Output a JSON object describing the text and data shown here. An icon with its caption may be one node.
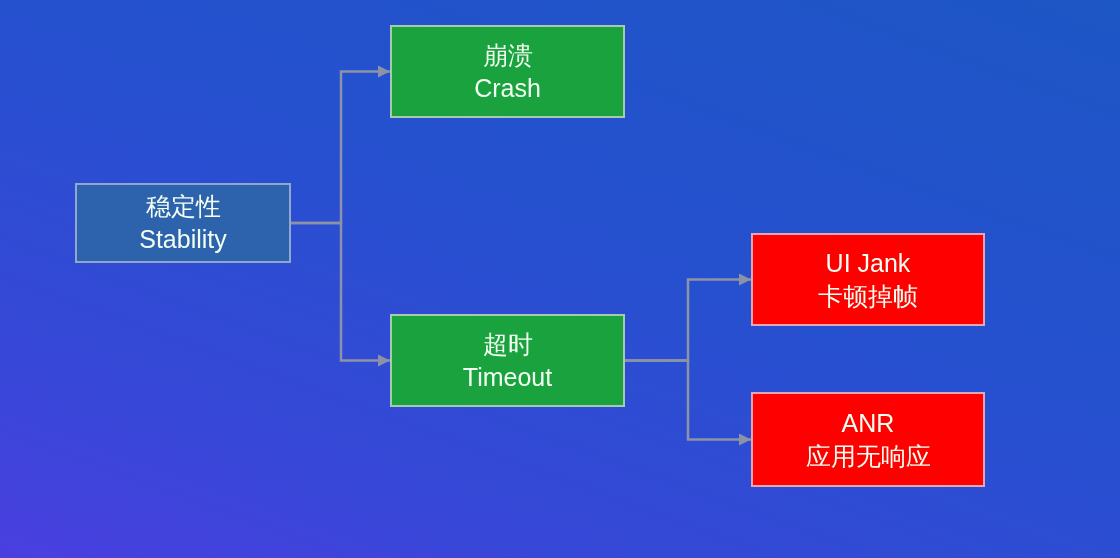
{
  "diagram": {
    "nodes": [
      {
        "text": [
          "稳定性",
          "Stability"
        ]
      },
      {
        "text": [
          "崩溃",
          "Crash"
        ]
      },
      {
        "text": [
          "超时",
          "Timeout"
        ]
      },
      {
        "text": [
          "UI Jank",
          "卡顿掉帧"
        ]
      },
      {
        "text": [
          "ANR",
          "应用无响应"
        ]
      }
    ],
    "edges": [
      {
        "from": 0,
        "to": 1,
        "arrow": "to"
      },
      {
        "from": 0,
        "to": 2,
        "arrow": "to"
      },
      {
        "from": 2,
        "to": 3,
        "arrow": "to"
      },
      {
        "from": 2,
        "to": 4,
        "arrow": "to"
      }
    ]
  }
}
